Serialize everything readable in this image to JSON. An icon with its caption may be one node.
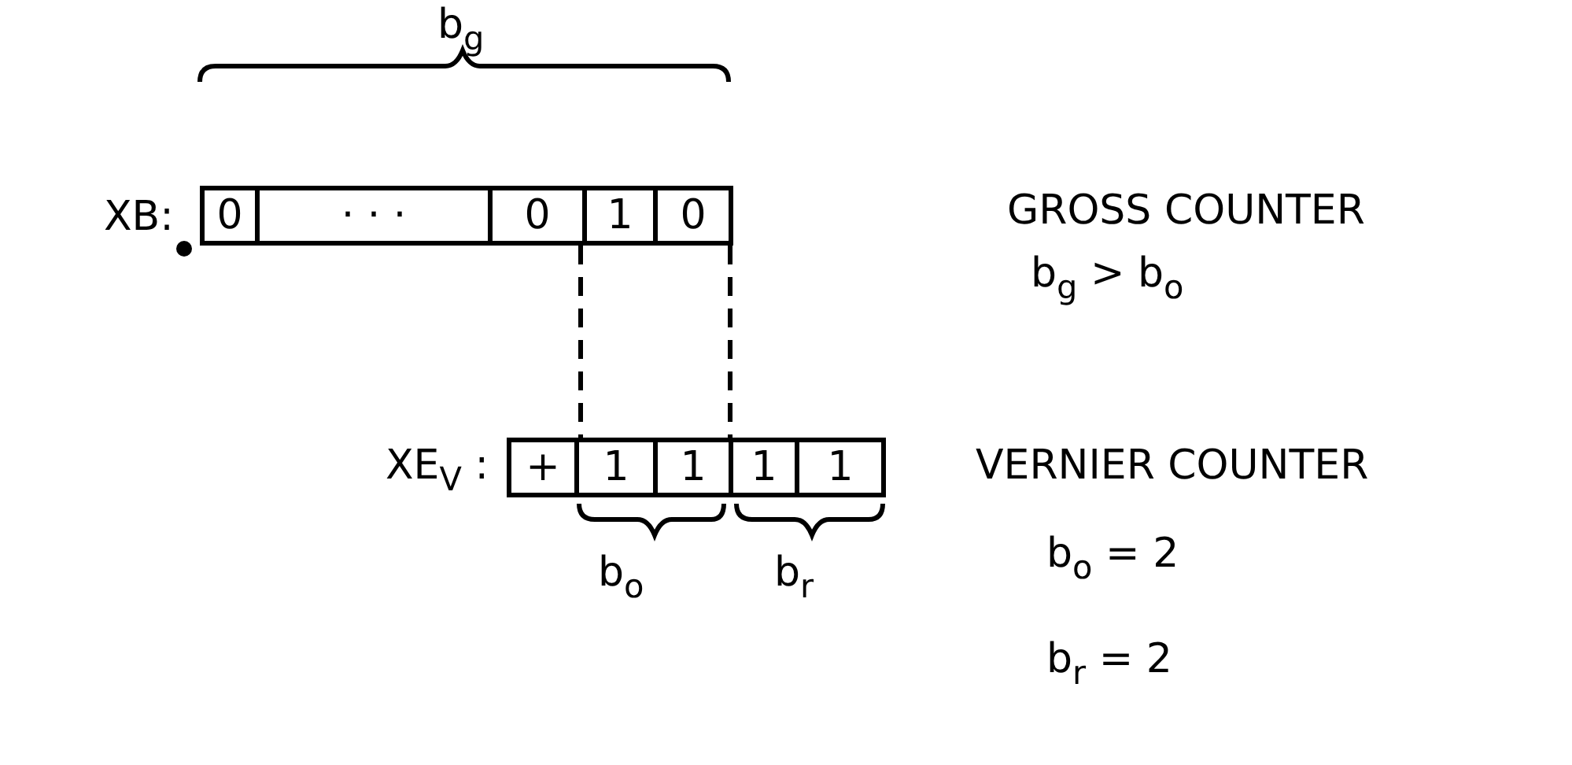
{
  "diagram": {
    "nodes": [
      {
        "text": [
          "0"
        ]
      },
      {
        "text": [
          "· · ·"
        ]
      },
      {
        "text": [
          "0"
        ]
      },
      {
        "text": [
          "1"
        ]
      },
      {
        "text": [
          "0"
        ]
      },
      {
        "text": [
          "+"
        ]
      },
      {
        "text": [
          "1"
        ]
      },
      {
        "text": [
          "1"
        ]
      },
      {
        "text": [
          "1"
        ]
      },
      {
        "text": [
          "1"
        ]
      }
    ],
    "edges": [
      {
        "from": 3,
        "to": 6,
        "arrow": "none",
        "style": "dashed"
      },
      {
        "from": 4,
        "to": 8,
        "arrow": "none",
        "style": "dashed"
      }
    ],
    "labels": [
      "b$_{g}$",
      "XB:",
      "GROSS COUNTER",
      "b$_{g}$ > b$_{o}$",
      "XE$_{V}$ :",
      "VERNIER COUNTER",
      "b$_{o}$",
      "b$_{r}$",
      "b$_{o}$ = 2",
      "b$_{r}$ = 2"
    ]
  }
}
